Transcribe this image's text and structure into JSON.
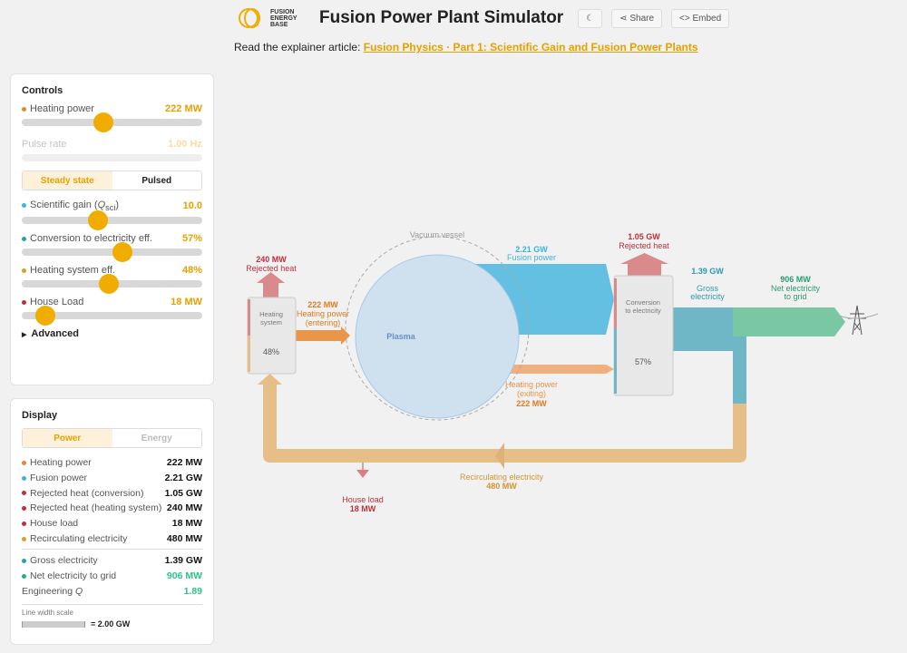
{
  "header": {
    "logo_text": "FUSION ENERGY BASE",
    "title": "Fusion Power Plant Simulator",
    "theme_icon": "moon-icon",
    "share_label": "Share",
    "embed_label": "Embed"
  },
  "article": {
    "prefix": "Read the explainer article:",
    "link": "Fusion Physics · Part 1: Scientific Gain and Fusion Power Plants"
  },
  "controls": {
    "title": "Controls",
    "heating_power": {
      "label": "Heating power",
      "value": "222 MW",
      "level": 0.4
    },
    "pulse_rate": {
      "label": "Pulse rate",
      "value": "1.00 Hz"
    },
    "mode": {
      "options": [
        "Steady state",
        "Pulsed"
      ],
      "selected": "Steady state"
    },
    "sci_gain": {
      "label": "Scientific gain (",
      "q": "Q",
      "sub": "sci",
      "close": ")",
      "value": "10.0",
      "level": 0.42
    },
    "conversion": {
      "label": "Conversion to electricity eff.",
      "value": "57%",
      "level": 0.56
    },
    "heating_eff": {
      "label": "Heating system eff.",
      "value": "48%",
      "level": 0.48
    },
    "house_load": {
      "label": "House Load",
      "value": "18 MW",
      "level": 0.13
    },
    "advanced": "Advanced"
  },
  "display": {
    "title": "Display",
    "modes": [
      "Power",
      "Energy"
    ],
    "selected": "Power",
    "rows": [
      {
        "label": "Heating power",
        "value": "222 MW",
        "color": "#e0892f"
      },
      {
        "label": "Fusion power",
        "value": "2.21 GW",
        "color": "#3bb4e0"
      },
      {
        "label": "Rejected heat (conversion)",
        "value": "1.05 GW",
        "color": "#c0303a"
      },
      {
        "label": "Rejected heat (heating system)",
        "value": "240 MW",
        "color": "#c0303a"
      },
      {
        "label": "House load",
        "value": "18 MW",
        "color": "#c0303a"
      },
      {
        "label": "Recirculating electricity",
        "value": "480 MW",
        "color": "#d4a030"
      }
    ],
    "rows2": [
      {
        "label": "Gross electricity",
        "value": "1.39 GW",
        "color": "#2e9bb0"
      },
      {
        "label": "Net electricity to grid",
        "value": "906 MW",
        "color": "#2bab7a"
      }
    ],
    "eng_q_label": "Engineering ",
    "eng_q_sym": "Q",
    "eng_q_value": "1.89",
    "scale_label": "Line width scale",
    "scale_value": "= 2.00 GW"
  },
  "diagram": {
    "vacuum_vessel": "Vacuum vessel",
    "plasma": "Plasma",
    "heating_system": [
      "Heating",
      "system"
    ],
    "heating_eff": "48%",
    "conversion": [
      "Conversion",
      "to electricity"
    ],
    "conversion_eff": "57%",
    "rej_heat_hs": {
      "value": "240 MW",
      "label": "Rejected heat"
    },
    "heat_enter": {
      "value": "222 MW",
      "label": "Heating power",
      "sub": "(entering)"
    },
    "fusion": {
      "value": "2.21 GW",
      "label": "Fusion power"
    },
    "heat_exit": {
      "label": "Heating power",
      "sub": "(exiting)",
      "value": "222 MW"
    },
    "rej_heat_conv": {
      "value": "1.05 GW",
      "label": "Rejected heat"
    },
    "gross": {
      "value": "1.39 GW",
      "label": [
        "Gross",
        "electricity"
      ]
    },
    "net": {
      "value": "906 MW",
      "label": [
        "Net electricity",
        "to grid"
      ]
    },
    "recirc": {
      "label": "Recirculating electricity",
      "value": "480 MW"
    },
    "house": {
      "label": "House load",
      "value": "18 MW"
    },
    "grid_icon": "power-tower-icon"
  }
}
